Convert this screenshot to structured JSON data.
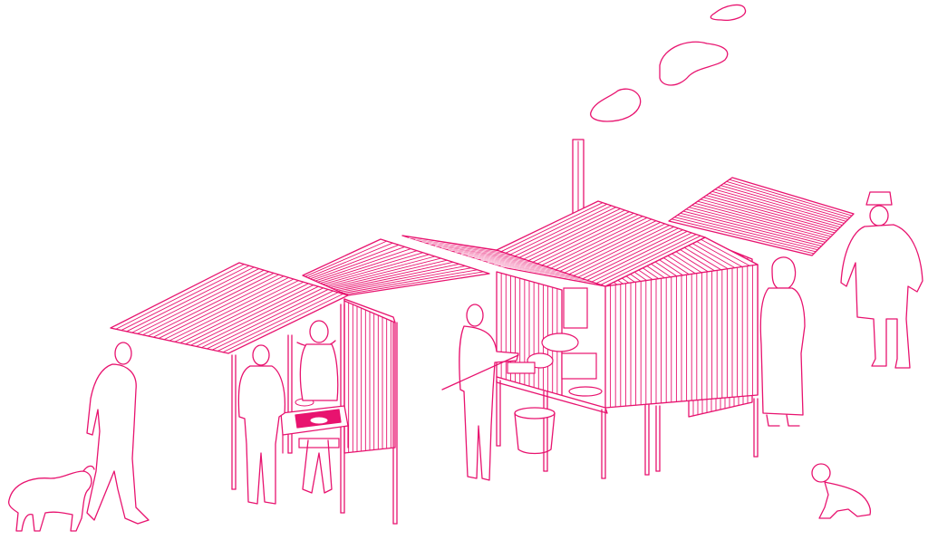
{
  "colors": {
    "line": "#e8136f",
    "background": "#ffffff"
  },
  "elements": [
    {
      "name": "smoke-puff-1",
      "kind": "smoke"
    },
    {
      "name": "smoke-puff-2",
      "kind": "smoke"
    },
    {
      "name": "smoke-puff-3",
      "kind": "smoke"
    },
    {
      "name": "chimney",
      "kind": "structure"
    },
    {
      "name": "left-stall",
      "kind": "structure"
    },
    {
      "name": "center-stall",
      "kind": "structure"
    },
    {
      "name": "right-roof",
      "kind": "structure"
    },
    {
      "name": "bucket",
      "kind": "object"
    },
    {
      "name": "dog",
      "kind": "animal"
    },
    {
      "name": "walking-man",
      "kind": "person"
    },
    {
      "name": "customer-left",
      "kind": "person"
    },
    {
      "name": "vendor-left",
      "kind": "person"
    },
    {
      "name": "cook-center",
      "kind": "person"
    },
    {
      "name": "woman-standing",
      "kind": "person"
    },
    {
      "name": "old-man-hat",
      "kind": "person"
    },
    {
      "name": "crawling-child",
      "kind": "person"
    }
  ]
}
